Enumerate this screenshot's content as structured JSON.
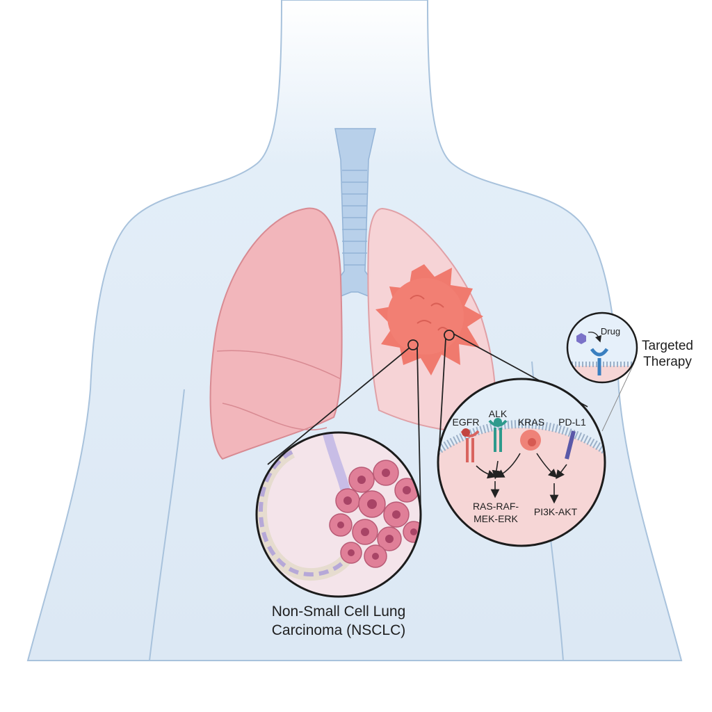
{
  "diagram": {
    "main_label": {
      "line1": "Non-Small Cell Lung",
      "line2": "Carcinoma (NSCLC)"
    },
    "therapy_label": {
      "line1": "Targeted",
      "line2": "Therapy"
    },
    "drug_label": "Drug",
    "receptors": [
      "EGFR",
      "ALK",
      "KRAS",
      "PD-L1"
    ],
    "pathways": {
      "ras_line1": "RAS-RAF-",
      "ras_line2": "MEK-ERK",
      "pi3k": "PI3K-AKT"
    }
  },
  "colors": {
    "body_fill": "#dde9f5",
    "body_outline": "#9fbbd8",
    "lung": "#f2b5ba",
    "tumor": "#f07a6e",
    "egfr": "#d9645f",
    "alk": "#2e9a8c",
    "kras": "#ef8278",
    "pdl1": "#5a58a8",
    "drug": "#7b72c8",
    "drug_receptor": "#3a7fc0"
  }
}
